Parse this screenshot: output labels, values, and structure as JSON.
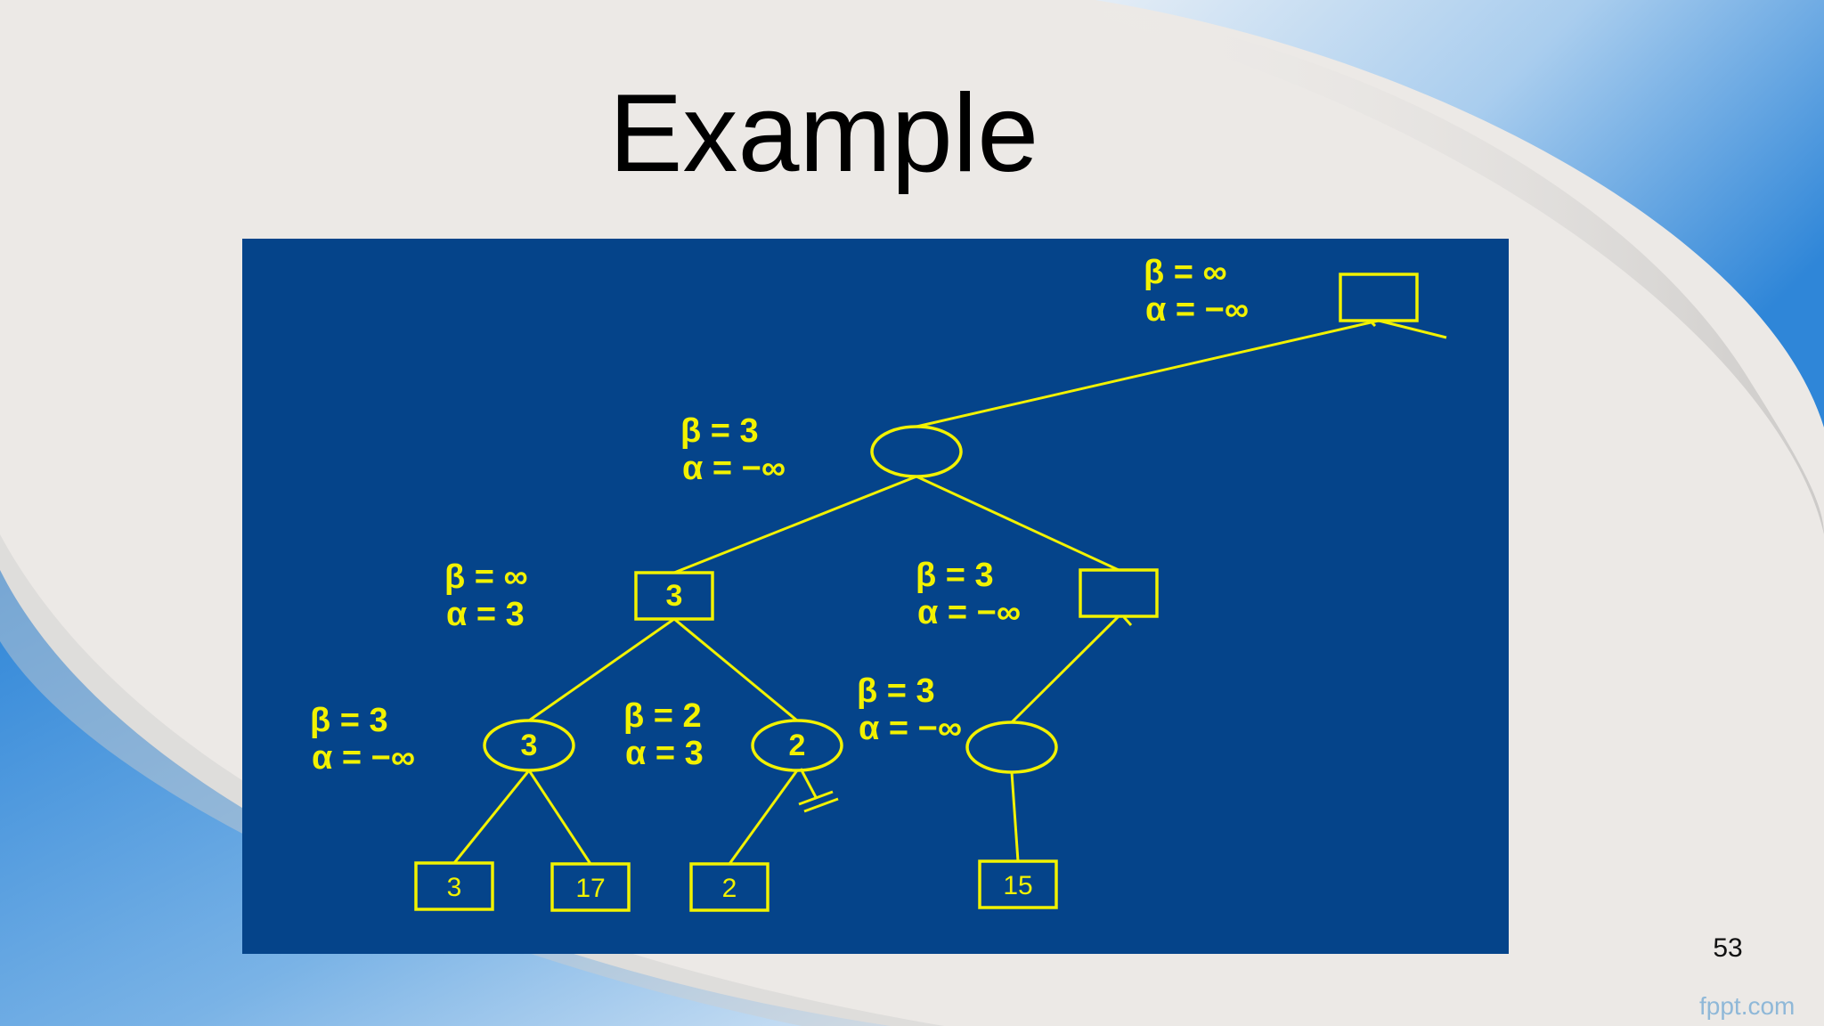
{
  "slide": {
    "title": "Example",
    "page_number": "53",
    "brand": "fppt.com",
    "colors": {
      "panel": "#05448a",
      "ink": "#f2f200",
      "accent_blue": "#2f86d8",
      "background": "#ece9e6"
    }
  },
  "tree": {
    "nodes": [
      {
        "id": "root",
        "type": "max",
        "value": "",
        "beta": "β = ∞",
        "alpha": "α = −∞"
      },
      {
        "id": "n1",
        "type": "min",
        "value": "",
        "beta": "β = 3",
        "alpha": "α = −∞"
      },
      {
        "id": "n2",
        "type": "max",
        "value": "3",
        "beta": "β = ∞",
        "alpha": "α = 3"
      },
      {
        "id": "n3",
        "type": "max",
        "value": "",
        "beta": "β = 3",
        "alpha": "α = −∞"
      },
      {
        "id": "n4",
        "type": "min",
        "value": "3",
        "beta": "β = 3",
        "alpha": "α = −∞"
      },
      {
        "id": "n5",
        "type": "min",
        "value": "2",
        "beta": "β = 2",
        "alpha": "α = 3"
      },
      {
        "id": "n6",
        "type": "min",
        "value": "",
        "beta": "β = 3",
        "alpha": "α = −∞"
      },
      {
        "id": "l1",
        "type": "leaf",
        "value": "3"
      },
      {
        "id": "l2",
        "type": "leaf",
        "value": "17"
      },
      {
        "id": "l3",
        "type": "leaf",
        "value": "2"
      },
      {
        "id": "l4",
        "type": "leaf",
        "value": "15"
      }
    ],
    "edges": [
      [
        "root",
        "n1"
      ],
      [
        "n1",
        "n2"
      ],
      [
        "n1",
        "n3"
      ],
      [
        "n2",
        "n4"
      ],
      [
        "n2",
        "n5"
      ],
      [
        "n3",
        "n6"
      ],
      [
        "n4",
        "l1"
      ],
      [
        "n4",
        "l2"
      ],
      [
        "n5",
        "l3"
      ],
      [
        "n6",
        "l4"
      ]
    ],
    "pruned_edges": [
      "n5"
    ]
  }
}
